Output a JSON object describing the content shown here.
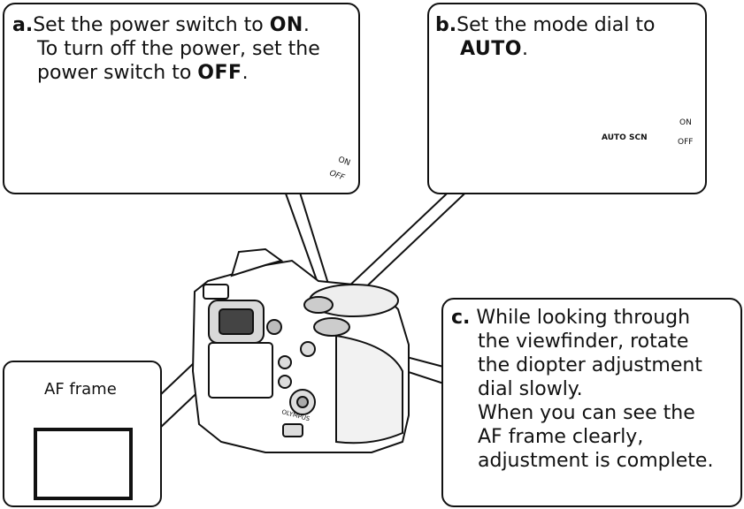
{
  "step_a": {
    "letter": "a.",
    "line1_pre": "Set the power switch to ",
    "line1_bold": "ON",
    "line1_post": ".",
    "line2": "To turn off the power, set the",
    "line3_pre": "power switch to ",
    "line3_bold": "OFF",
    "line3_post": ".",
    "on_label": "ON",
    "off_label": "OFF"
  },
  "step_b": {
    "letter": "b.",
    "line1": "Set the mode dial to",
    "line2_bold": "AUTO",
    "line2_post": ".",
    "dial_auto": "AUTO",
    "dial_scn": "SCN",
    "on_label": "ON",
    "off_label": "OFF"
  },
  "step_c": {
    "letter": "c.",
    "lines": [
      "While looking through",
      "the viewfinder, rotate",
      "the diopter adjustment",
      "dial slowly.",
      "When you can see the",
      "AF frame clearly,",
      "adjustment is complete."
    ]
  },
  "af_panel": {
    "label": "AF frame"
  },
  "camera": {
    "brand": "OLYMPUS"
  }
}
